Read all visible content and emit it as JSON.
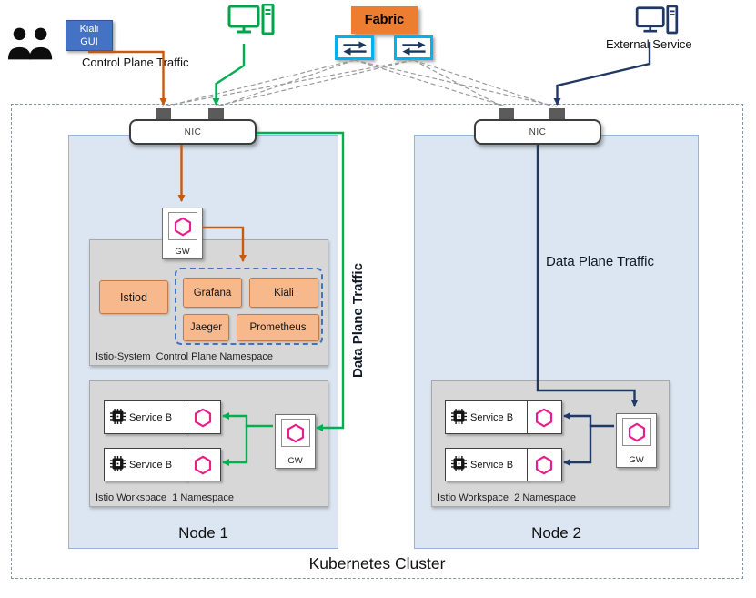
{
  "colors": {
    "control_plane_traffic": "#C55A11",
    "data_plane_traffic_green": "#00B050",
    "data_plane_traffic_navy": "#1F3864",
    "fabric_link_dashed": "#9A9A9A",
    "kiali_gui_fill": "#4472C4",
    "fabric_fill": "#ED7D31",
    "component_fill": "#F7B98C",
    "node_fill": "#DCE6F2",
    "namespace_fill": "#D7D7D7",
    "istio_hexagon": "#E91E8C",
    "switch_border": "#00B0F0",
    "addons_dashed_border": "#4472C4"
  },
  "external": {
    "users_icon": "people-silhouette-icon",
    "kiali_gui_label": "Kiali GUI",
    "control_plane_traffic_label": "Control Plane Traffic",
    "client_icon": "green-workstation-icon",
    "fabric_label": "Fabric",
    "switch_icons": "bidirectional-arrows-switch-icon",
    "external_service_label": "External Service",
    "external_service_icon": "navy-workstation-icon"
  },
  "cluster": {
    "label": "Kubernetes Cluster",
    "nodes": [
      {
        "label": "Node 1",
        "nic_label": "NIC",
        "ingress_gateway_label": "GW",
        "data_plane_label": "Data Plane Traffic",
        "control_plane_namespace": {
          "label": "Istio-System  Control Plane Namespace",
          "istiod_label": "Istiod",
          "addons": [
            "Grafana",
            "Kiali",
            "Jaeger",
            "Prometheus"
          ]
        },
        "workspace_namespace": {
          "label": "Istio Workspace  1 Namespace",
          "gateway_label": "GW",
          "services": [
            {
              "label": "Service B"
            },
            {
              "label": "Service B"
            }
          ]
        }
      },
      {
        "label": "Node 2",
        "nic_label": "NIC",
        "data_plane_label": "Data Plane Traffic",
        "workspace_namespace": {
          "label": "Istio Workspace  2 Namespace",
          "gateway_label": "GW",
          "services": [
            {
              "label": "Service B"
            },
            {
              "label": "Service B"
            }
          ]
        }
      }
    ]
  },
  "flows": [
    {
      "name": "control-plane-traffic",
      "color": "#C55A11",
      "route": "Kiali GUI -> NIC (Node 1) -> Gateway -> Istio control plane addons"
    },
    {
      "name": "data-plane-traffic-node1",
      "color": "#00B050",
      "route": "Client workstation -> NIC (Node 1) -> Workspace gateway -> Service B sidecars"
    },
    {
      "name": "data-plane-traffic-node2",
      "color": "#1F3864",
      "route": "External Service -> NIC (Node 2) -> Workspace gateway -> Service B sidecars"
    },
    {
      "name": "fabric-links",
      "color": "#9A9A9A",
      "style": "dashed",
      "route": "Fabric switches <-> node NICs"
    }
  ]
}
